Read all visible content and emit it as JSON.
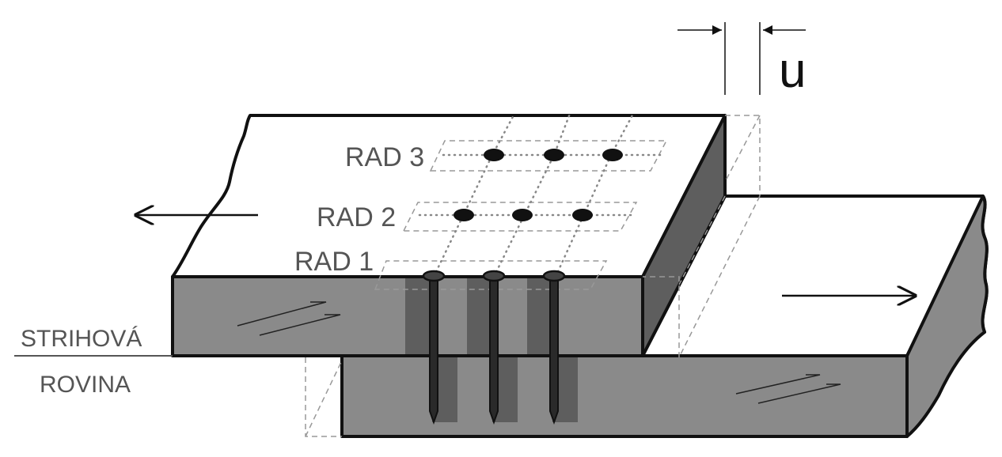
{
  "diagram": {
    "rows": [
      {
        "label": "RAD 1"
      },
      {
        "label": "RAD 2"
      },
      {
        "label": "RAD 3"
      }
    ],
    "shear_plane": {
      "line1": "STRIHOVÁ",
      "line2": "ROVINA"
    },
    "displacement_label": "u"
  },
  "colors": {
    "board_side": "#8a8a8a",
    "board_side_dark": "#5e5e5e",
    "board_top": "#ffffff",
    "outline": "#111111",
    "label": "#555555"
  }
}
